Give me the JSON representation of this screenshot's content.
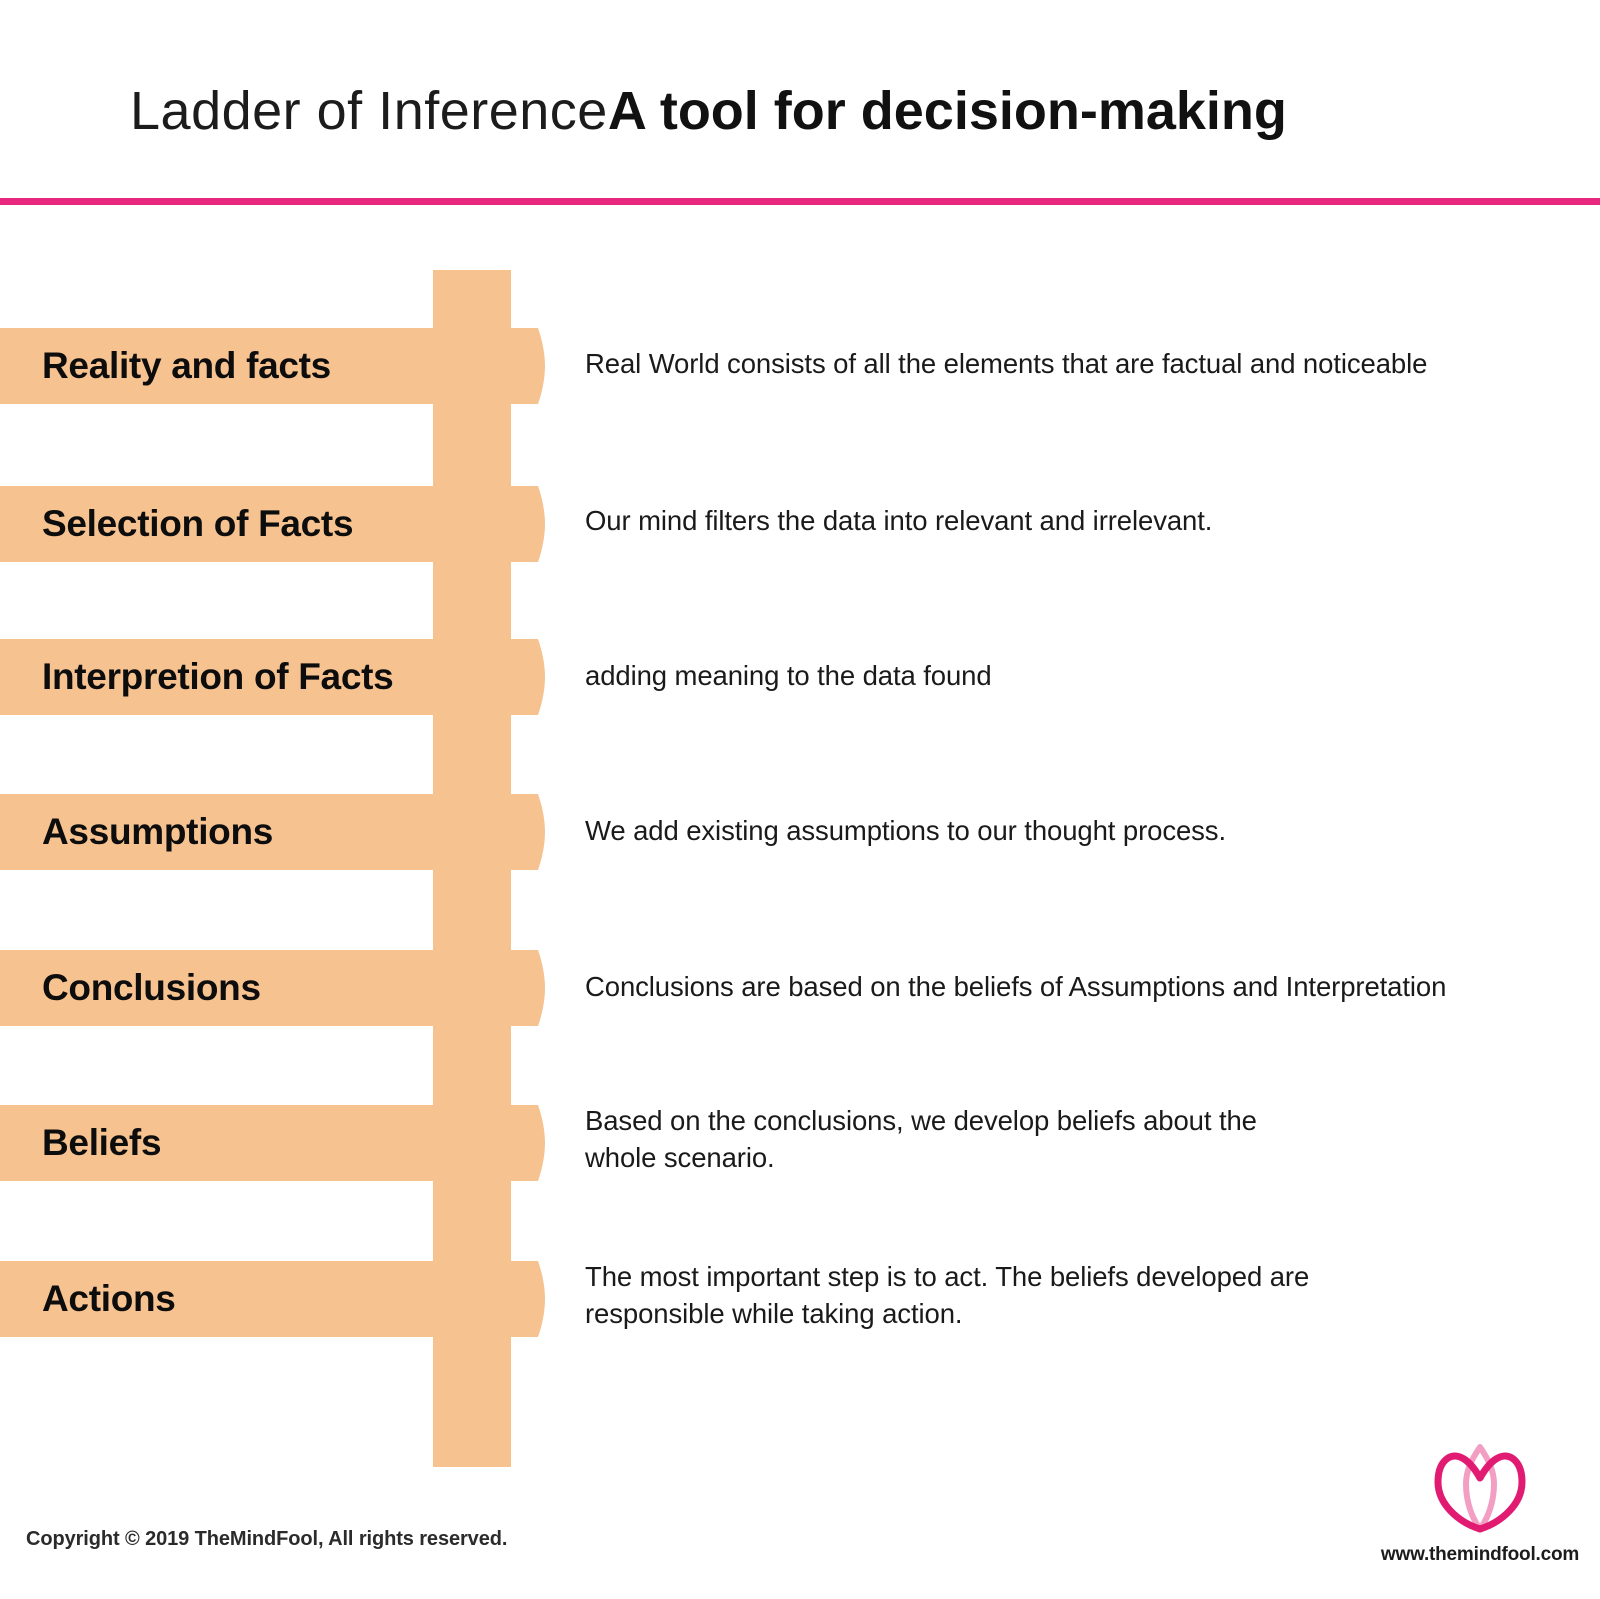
{
  "header": {
    "title_light": "Ladder of Inference",
    "title_bold": "A tool for decision-making",
    "divider_color": "#e8287f"
  },
  "theme": {
    "rung_color": "#f6c290",
    "accent_pink": "#e8287f",
    "logo_pink": "#e21b72",
    "logo_pink_light": "#f29fc3",
    "text_color": "#1a1a1a"
  },
  "ladder": {
    "steps": [
      {
        "label": "Reality and facts",
        "description": "Real World consists of all the elements that are factual and noticeable"
      },
      {
        "label": "Selection of Facts",
        "description": "Our mind filters the data into relevant and irrelevant."
      },
      {
        "label": "Interpretion of Facts",
        "description": "adding meaning to the data found"
      },
      {
        "label": "Assumptions",
        "description": "We add existing assumptions to our thought process."
      },
      {
        "label": "Conclusions",
        "description": "Conclusions are based on the beliefs of Assumptions and Interpretation"
      },
      {
        "label": "Beliefs",
        "description": "Based on the conclusions, we develop beliefs about the\nwhole scenario."
      },
      {
        "label": "Actions",
        "description": "The most important step is to act. The beliefs developed are\nresponsible while taking action."
      }
    ]
  },
  "footer": {
    "copyright": "Copyright © 2019 TheMindFool, All rights reserved.",
    "url": "www.themindfool.com"
  }
}
